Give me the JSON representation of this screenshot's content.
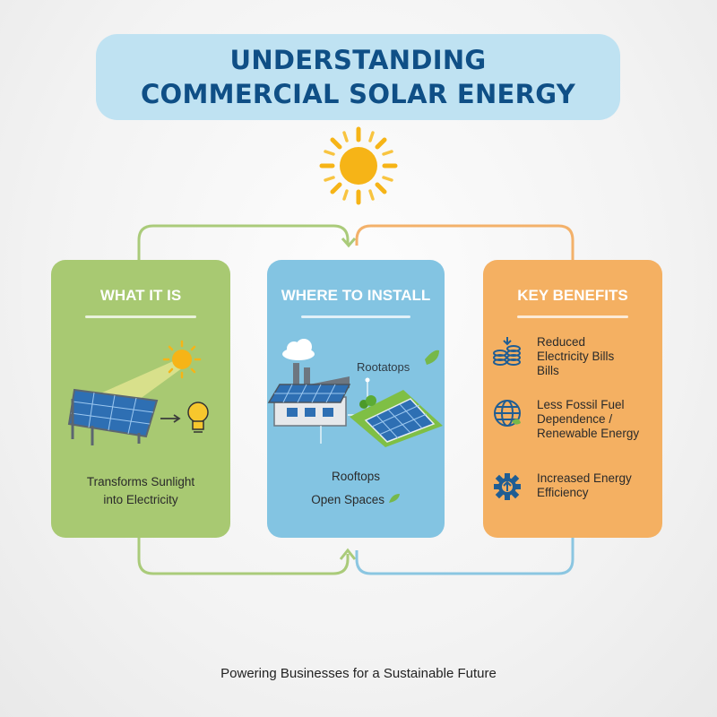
{
  "title": {
    "line1": "UNDERSTANDING",
    "line2": "COMMERCIAL SOLAR ENERGY"
  },
  "panels": [
    {
      "heading": "WHAT IT IS",
      "caption_line1": "Transforms Sunlight",
      "caption_line2": "into Electricity",
      "color": "#a8c972",
      "icons": [
        "solar-panel-icon",
        "sun-icon",
        "light-bulb-icon"
      ]
    },
    {
      "heading": "WHERE TO INSTALL",
      "label_top": "Rootatops",
      "caption_line1": "Rooftops",
      "caption_line2": "Open Spaces",
      "color": "#83c4e2",
      "icons": [
        "factory-icon",
        "cloud-icon",
        "field-solar-panel-icon",
        "leaf-icon"
      ]
    },
    {
      "heading": "KEY BENEFITS",
      "color": "#f4b062",
      "benefits": [
        {
          "icon": "coins-icon",
          "line1": "Reduced",
          "line2": "Electricity Bills",
          "line3": "Bills"
        },
        {
          "icon": "globe-icon",
          "line1": "Less Fossil Fuel",
          "line2": "Dependence /",
          "line3": "Renewable Energy"
        },
        {
          "icon": "gear-efficiency-icon",
          "line1": "Increased Energy",
          "line2": "Efficiency"
        }
      ]
    }
  ],
  "footer": "Powering Businesses for a Sustainable Future",
  "colors": {
    "title_text": "#0f4f86",
    "title_bg": "#bfe2f2",
    "green": "#a8c972",
    "blue": "#83c4e2",
    "orange": "#f4b062",
    "sun": "#f6b417",
    "icon_blue": "#1f5d93"
  }
}
